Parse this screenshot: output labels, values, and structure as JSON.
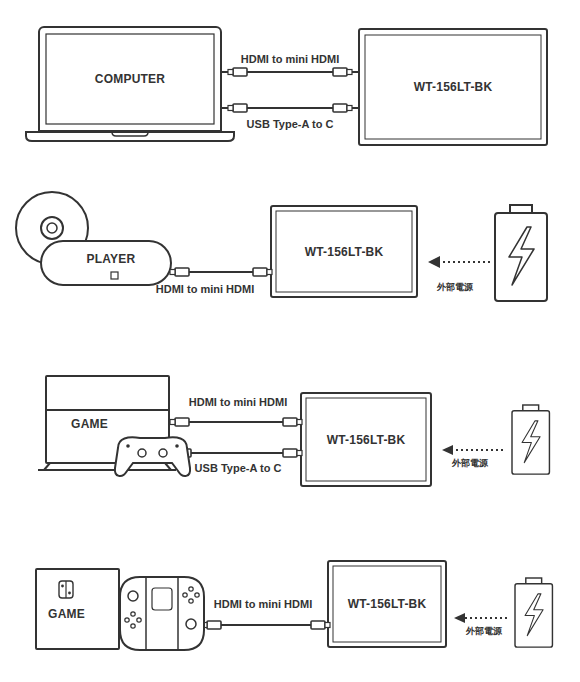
{
  "diagram": {
    "nodes": [
      {
        "text": [
          "COMPUTER"
        ]
      },
      {
        "text": [
          "WT-156LT-BK"
        ]
      },
      {
        "text": [
          "PLAYER"
        ]
      },
      {
        "text": [
          "WT-156LT-BK"
        ]
      },
      {
        "text": [
          "GAME"
        ]
      },
      {
        "text": [
          "WT-156LT-BK"
        ]
      },
      {
        "text": [
          "GAME"
        ]
      },
      {
        "text": [
          "WT-156LT-BK"
        ]
      }
    ],
    "edges": [
      {
        "from": 0,
        "to": 1,
        "label": "HDMI to mini HDMI",
        "arrow": "none"
      },
      {
        "from": 0,
        "to": 1,
        "label": "USB Type-A to C",
        "arrow": "none"
      },
      {
        "from": 2,
        "to": 3,
        "label": "HDMI to mini HDMI",
        "arrow": "none"
      },
      {
        "from": 4,
        "to": 5,
        "label": "HDMI to mini HDMI",
        "arrow": "none"
      },
      {
        "from": 4,
        "to": 5,
        "label": "USB Type-A to C",
        "arrow": "none"
      },
      {
        "from": 6,
        "to": 7,
        "label": "HDMI to mini HDMI",
        "arrow": "none"
      }
    ],
    "labels": [
      "外部電源",
      "外部電源",
      "外部電源"
    ]
  }
}
